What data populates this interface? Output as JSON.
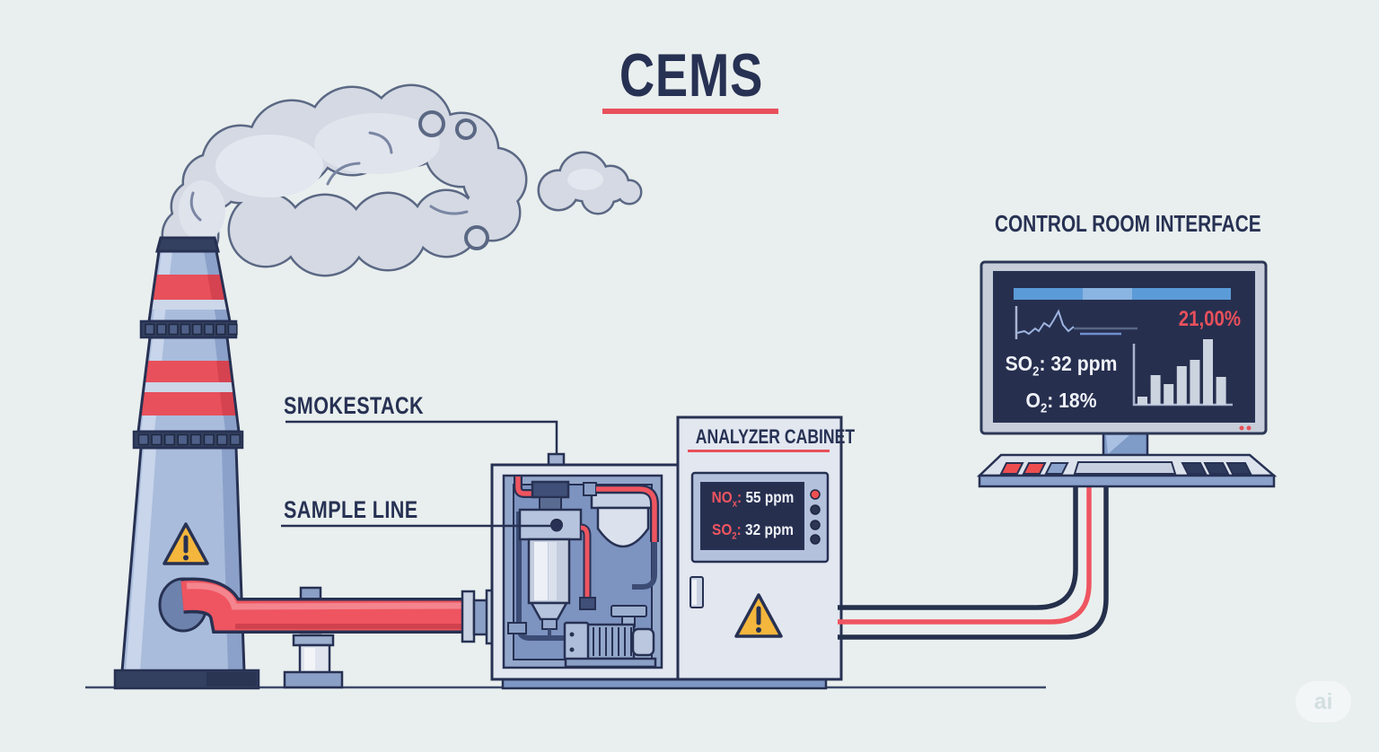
{
  "title": {
    "text": "CEMS"
  },
  "callouts": {
    "smokestack": "SMOKESTACK",
    "sample_line": "SAMPLE LINE"
  },
  "analyzer_cabinet": {
    "title": "ANALYZER CABINET",
    "display_rows": [
      {
        "pre": "NO",
        "sub": "x",
        "post": ":",
        "value": "55 ppm"
      },
      {
        "pre": "SO",
        "sub": "2",
        "post": ":",
        "value": "32 ppm"
      }
    ],
    "indicator_lights": [
      "red",
      "navy",
      "navy",
      "navy"
    ]
  },
  "control_room": {
    "title": "CONTROL ROOM INTERFACE",
    "oxygen_reading": "21,00%",
    "readouts": [
      {
        "pre": "SO",
        "sub": "2",
        "post": ": 32 ppm"
      },
      {
        "pre": "O",
        "sub": "2",
        "post": ": 18%"
      }
    ],
    "chart_data": {
      "type": "bar",
      "values": [
        9,
        33,
        23,
        43,
        50,
        73,
        31
      ],
      "note": "unlabeled trend bars on control-room screen"
    },
    "line_chart": {
      "type": "line",
      "points": [
        [
          0,
          24
        ],
        [
          8,
          22
        ],
        [
          13,
          25
        ],
        [
          20,
          19
        ],
        [
          24,
          22
        ],
        [
          30,
          13
        ],
        [
          36,
          17
        ],
        [
          41,
          9
        ],
        [
          46,
          0
        ],
        [
          51,
          15
        ],
        [
          57,
          22
        ],
        [
          63,
          17
        ]
      ]
    }
  },
  "watermark": "ai",
  "colors": {
    "background": "#e9efee",
    "navy": "#273153",
    "red": "#e8505b",
    "warning_yellow": "#f4b63c",
    "screen_navy": "#272f4f",
    "blue_bar": "#5b9bd8",
    "stack_blue": "#a9bcdc"
  }
}
